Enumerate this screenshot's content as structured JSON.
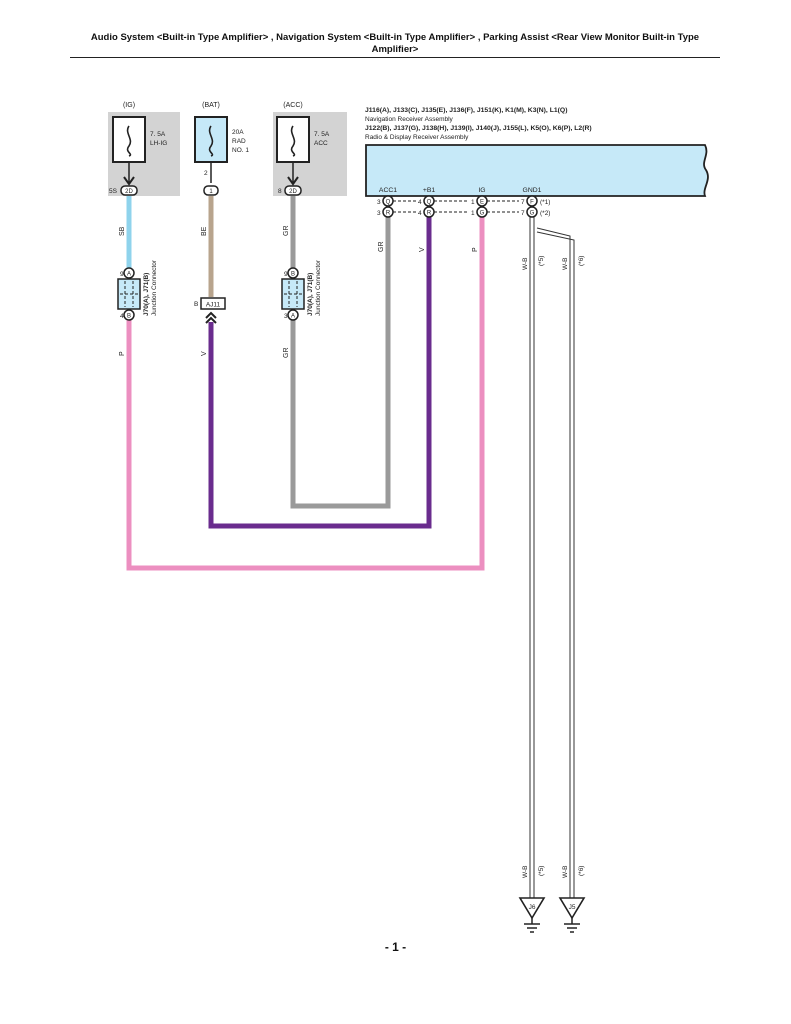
{
  "header": {
    "title": "Audio System <Built-in Type Amplifier> , Navigation System <Built-in Type Amplifier> , Parking Assist <Rear View Monitor Built-in Type Amplifier>"
  },
  "fuses": [
    {
      "source": "(IG)",
      "rating": "7. 5A",
      "name": "LH-IG",
      "pin": "5S",
      "connector": "2D"
    },
    {
      "source": "(BAT)",
      "rating": "20A",
      "name": "RAD\nNO. 1",
      "pin": "2",
      "connector": "1"
    },
    {
      "source": "(ACC)",
      "rating": "7. 5A",
      "name": "ACC",
      "pin": "8",
      "connector": "2D"
    }
  ],
  "receiver": {
    "line1": "J116(A), J133(C), J135(E), J136(F), J151(K), K1(M), K3(N), L1(Q)",
    "line2": "Navigation Receiver Assembly",
    "line3": "J122(B), J137(G), J138(H), J139(I), J140(J), J155(L), K5(O), K6(P), L2(R)",
    "line4": "Radio & Display Receiver Assembly",
    "terminals": [
      {
        "label": "ACC1",
        "pin_a": "3",
        "conn_a": "Q",
        "pin_b": "3",
        "conn_b": "R"
      },
      {
        "label": "+B1",
        "pin_a": "4",
        "conn_a": "Q",
        "pin_b": "4",
        "conn_b": "R"
      },
      {
        "label": "IG",
        "pin_a": "1",
        "conn_a": "E",
        "pin_b": "1",
        "conn_b": "G"
      },
      {
        "label": "GND1",
        "pin_a": "7",
        "conn_a": "F",
        "pin_b": "7",
        "conn_b": "G"
      }
    ],
    "notes": [
      "(*1)",
      "(*2)"
    ]
  },
  "junction_connectors": [
    {
      "id": "J70(A), J71(B)",
      "desc": "Junction Connector",
      "pin_top": "9",
      "conn_top": "A",
      "pin_bot": "4",
      "conn_bot": "B"
    },
    {
      "id": "J70(A), J71(B)",
      "desc": "Junction Connector",
      "pin_top": "9",
      "conn_top": "B",
      "pin_bot": "3",
      "conn_bot": "A"
    }
  ],
  "inline_connector": {
    "pin": "B",
    "name": "AJ11"
  },
  "wire_labels": {
    "ig_upper": "SB",
    "ig_lower": "P",
    "bat_upper": "BE",
    "bat_lower": "V",
    "acc_upper": "GR",
    "acc_lower": "GR",
    "acc1": "GR",
    "b1": "V",
    "ig": "P",
    "gnd_top_1": "W-B",
    "gnd_note_1": "(*5)",
    "gnd_top_2": "W-B",
    "gnd_note_2": "(*6)",
    "gnd_bot_1": "W-B",
    "gnd_bnote_1": "(*5)",
    "gnd_bot_2": "W-B",
    "gnd_bnote_2": "(*6)"
  },
  "grounds": [
    "J6",
    "J5"
  ],
  "footer": {
    "page": "- 1 -"
  },
  "colors": {
    "sky_blue": "#8fd3ec",
    "pink": "#ec8fc0",
    "violet": "#6a2c8e",
    "gray": "#9a9a9a",
    "beige": "#b8a48d",
    "panel_gray": "#d3d3d3",
    "receiver_fill": "#c6e9f8"
  }
}
